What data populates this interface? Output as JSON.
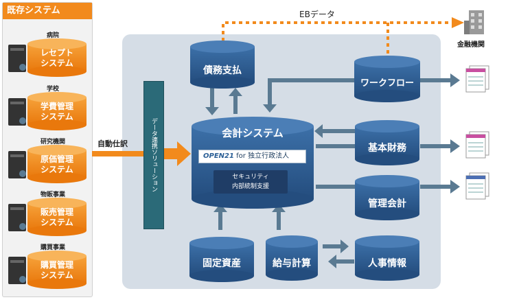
{
  "legacy": {
    "title": "既存システム",
    "systems": [
      {
        "org": "病院",
        "name": "レセプト\nシステム"
      },
      {
        "org": "学校",
        "name": "学費管理\nシステム"
      },
      {
        "org": "研究機関",
        "name": "原価管理\nシステム"
      },
      {
        "org": "物販事業",
        "name": "販売管理\nシステム"
      },
      {
        "org": "購買事業",
        "name": "購買管理\nシステム"
      }
    ]
  },
  "flow": {
    "auto_journal": "自動仕訳",
    "eb_data": "EBデータ",
    "bank": "金融機関"
  },
  "solution": {
    "label": "データ連携ソリューション"
  },
  "modules": {
    "debt_payment": "債務支払",
    "workflow": "ワークフロー",
    "accounting": "会計システム",
    "basic_finance": "基本財務",
    "management_accounting": "管理会計",
    "fixed_assets": "固定資産",
    "payroll": "給与計算",
    "hr_info": "人事情報"
  },
  "product": {
    "logo": "OPEN21",
    "target": "for 独立行政法人",
    "security_line1": "セキュリティ",
    "security_line2": "内部統制支援"
  },
  "colors": {
    "orange": "#f28a1c",
    "cylinder_blue": "#2f5f96",
    "arrow_steel": "#5a7a92",
    "area_bg": "#d5dde6",
    "bar_teal": "#2b6a78"
  }
}
